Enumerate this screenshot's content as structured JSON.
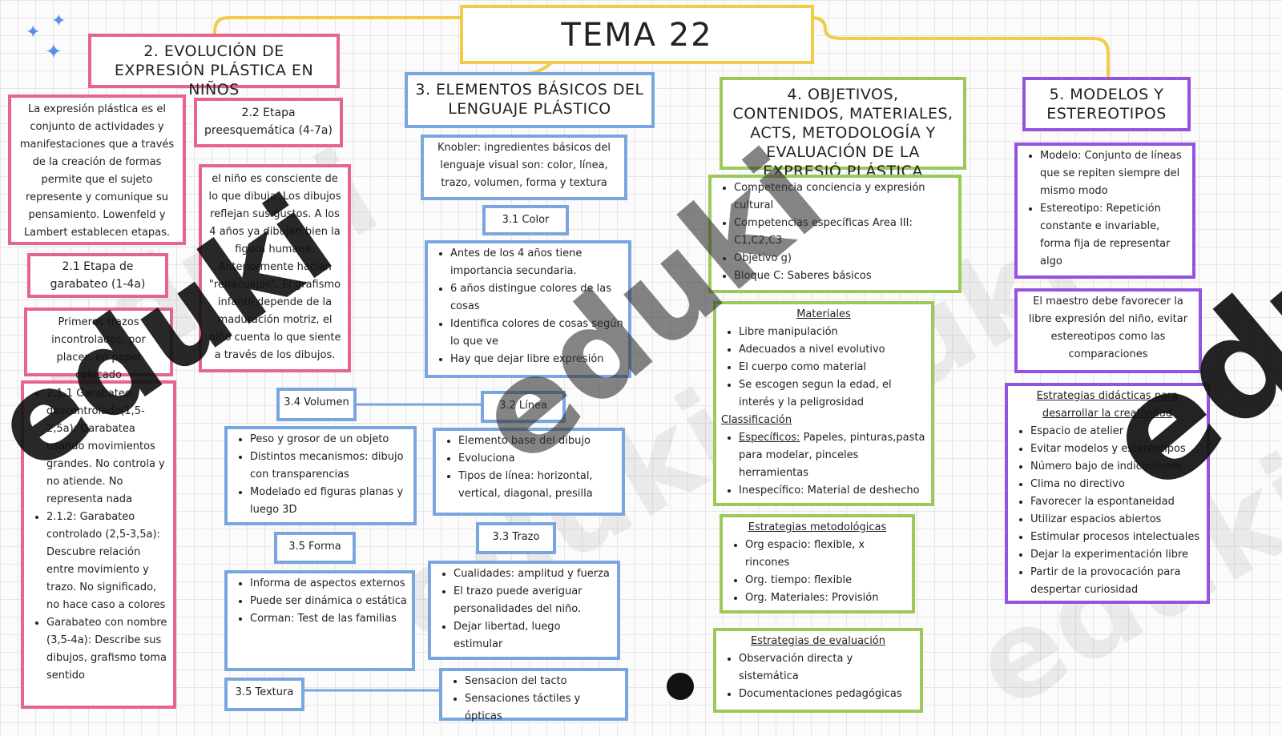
{
  "title": "TEMA 22",
  "watermark": "eduki",
  "colors": {
    "section2": "#e6648d",
    "section3": "#7aa6e0",
    "section4": "#9cca5a",
    "section5": "#9452e0",
    "title": "#f3cc47"
  },
  "s2": {
    "heading": "2. EVOLUCIÓN DE EXPRESIÓN PLÁSTICA EN NIÑOS",
    "intro": "La expresión plástica es el conjunto de actividades y manifestaciones que a través de la creación de formas permite que el sujeto represente y comunique su pensamiento. Lowenfeld y Lambert establecen etapas.",
    "stage21_heading": "2.1 Etapa de garabateo (1-4a)",
    "stage21_note": "Primeros trazos incontrolados, por placer, en papel colocado",
    "stage22_heading": "2.2 Etapa preesquemática (4-7a)",
    "stage22_text": "el niño es consciente de lo que dibuja. Los dibujos reflejan sus gustos. A los 4 años ya dibujan bien la figura humana. Anteriormente hacían \"renacuajos\". El grafismo infantil depende de la maduración motriz, el niño cuenta lo que siente a través de los dibujos.",
    "garabateo_items": [
      "2.1.1 Garabateo descontrolado(1,5-2,5a): Garabatea usando movimientos grandes. No controla y no atiende. No representa nada",
      "2.1.2: Garabateo controlado (2,5-3,5a): Descubre relación entre movimiento y trazo. No significado, no hace caso a colores",
      "Garabateo con nombre (3,5-4a): Describe sus dibujos, grafismo toma sentido"
    ]
  },
  "s3": {
    "heading": "3. ELEMENTOS BÁSICOS DEL LENGUAJE PLÁSTICO",
    "knobler": "Knobler: ingredientes básicos del lenguaje visual son: color, línea, trazo, volumen, forma y textura",
    "color_heading": "3.1 Color",
    "color_items": [
      "Antes de los 4 años tiene importancia secundaria.",
      "6 años distingue colores de las cosas",
      "Identifica colores de cosas según lo que ve",
      "Hay que dejar libre expresión"
    ],
    "linea_heading": "3.2 Línea",
    "linea_items": [
      "Elemento base del dibujo",
      "Evoluciona",
      "Tipos de línea: horizontal, vertical, diagonal, presilla"
    ],
    "trazo_heading": "3.3 Trazo",
    "trazo_items": [
      "Cualidades: amplitud y fuerza",
      "El trazo puede averiguar personalidades del niño.",
      "Dejar libertad, luego estimular"
    ],
    "volumen_heading": "3.4 Volumen",
    "volumen_items": [
      "Peso y grosor de un objeto",
      "Distintos mecanismos: dibujo con transparencias",
      "Modelado ed figuras planas y luego 3D"
    ],
    "forma_heading": "3.5 Forma",
    "forma_items": [
      "Informa de aspectos externos",
      "Puede ser dinámica o estática",
      "Corman: Test de las familias"
    ],
    "textura_heading": "3.5 Textura",
    "textura_items": [
      "Sensacion del tacto",
      "Sensaciones táctiles y ópticas"
    ]
  },
  "s4": {
    "heading": "4. OBJETIVOS, CONTENIDOS, MATERIALES, ACTS, METODOLOGÍA Y EVALUACIÓN DE LA EXPRESIÓ PLÁSTICA",
    "competencias": [
      "Competencia conciencia y expresión cultural",
      "Competencias específicas Area III: C1,C2,C3",
      "Objetivo g)",
      "Bloque C: Saberes básicos"
    ],
    "materiales_heading": "Materiales",
    "materiales_items": [
      "Libre manipulación",
      "Adecuados a nivel evolutivo",
      "El cuerpo como material",
      "Se escogen segun la edad, el interés y la peligrosidad"
    ],
    "classificacion_heading": "Classificación",
    "especificos_label": "Específicos:",
    "especificos_text": " Papeles, pinturas,pasta para modelar, pinceles herramientas",
    "inespecifico": "Inespecífico: Material de deshecho",
    "metodologicas_heading": "Estrategias metodológicas",
    "metodologicas_items": [
      "Org espacio: flexible, x rincones",
      "Org. tiempo: flexible",
      "Org. Materiales: Provisión"
    ],
    "evaluacion_heading": "Estrategias de evaluación",
    "evaluacion_items": [
      "Observación directa y sistemática",
      "Documentaciones pedagógicas"
    ]
  },
  "s5": {
    "heading": "5. MODELOS Y ESTEREOTIPOS",
    "definitions": [
      "Modelo: Conjunto de líneas que se repiten siempre del mismo modo",
      "Estereotipo: Repetición constante e invariable, forma fija de representar algo"
    ],
    "maestro": "El maestro debe favorecer la libre expresión del niño, evitar estereotipos como las comparaciones",
    "estrategias_heading": "Estrategias didácticas para desarrollar la creatividad",
    "estrategias_items": [
      "Espacio de atelier",
      "Evitar modelos y estereotipos",
      "Número bajo de indicaciones",
      "Clima no directivo",
      "Favorecer la espontaneidad",
      "Utilizar espacios abiertos",
      "Estimular procesos intelectuales",
      "Dejar la experimentación libre",
      "Partir de la provocación para despertar curiosidad"
    ]
  }
}
